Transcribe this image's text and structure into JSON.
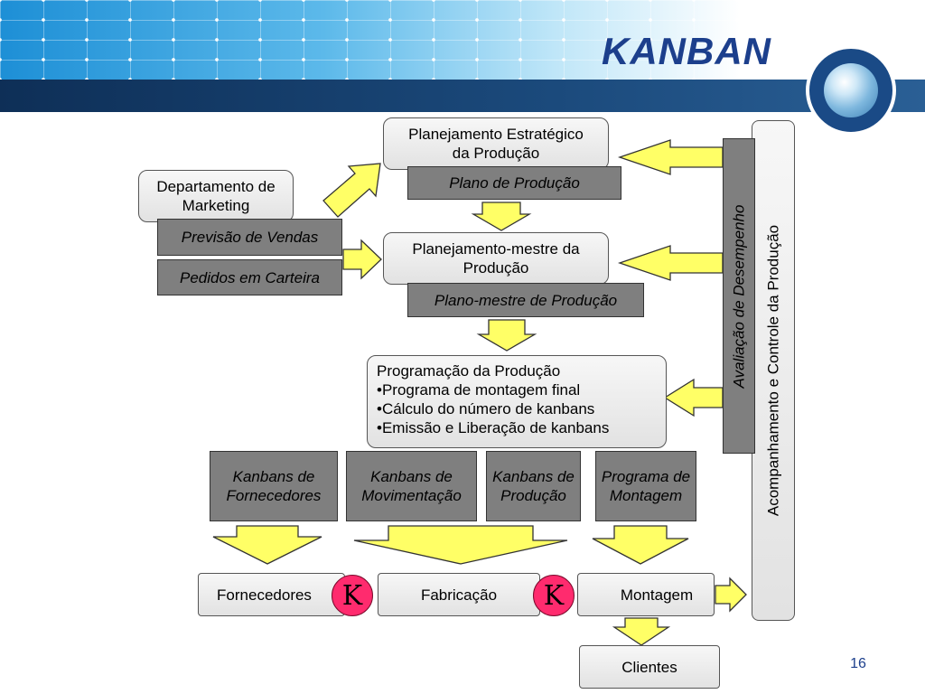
{
  "slide": {
    "title": "KANBAN",
    "page_number": "16",
    "globe_icon": "globe-icon"
  },
  "diagram": {
    "planejamento_estrategico": "Planejamento Estratégico da Produção",
    "plano_producao": "Plano de Produção",
    "departamento_marketing": "Departamento de Marketing",
    "previsao_vendas": "Previsão de Vendas",
    "pedidos_carteira": "Pedidos em Carteira",
    "planejamento_mestre": "Planejamento-mestre da Produção",
    "plano_mestre": "Plano-mestre de Produção",
    "programacao": {
      "heading": "Programação da Produção",
      "items": [
        "•Programa de montagem final",
        "•Cálculo do número de kanbans",
        "•Emissão e Liberação de kanbans"
      ]
    },
    "avaliacao_desempenho": "Avaliação de Desempenho",
    "acompanhamento": "Acompanhamento e Controle  da  Produção",
    "kanbans_fornecedores": "Kanbans de Fornecedores",
    "kanbans_movimentacao": "Kanbans de Movimentação",
    "kanbans_producao": "Kanbans de Produção",
    "programa_montagem": "Programa de Montagem",
    "fornecedores": "Fornecedores",
    "fabricacao": "Fabricação",
    "montagem": "Montagem",
    "clientes": "Clientes",
    "k_label": "K",
    "colors": {
      "arrow_fill": "#ffff66",
      "k_circle": "#ff2b6e",
      "dark_box": "#7f7f7f",
      "title": "#1c3f8c"
    }
  }
}
